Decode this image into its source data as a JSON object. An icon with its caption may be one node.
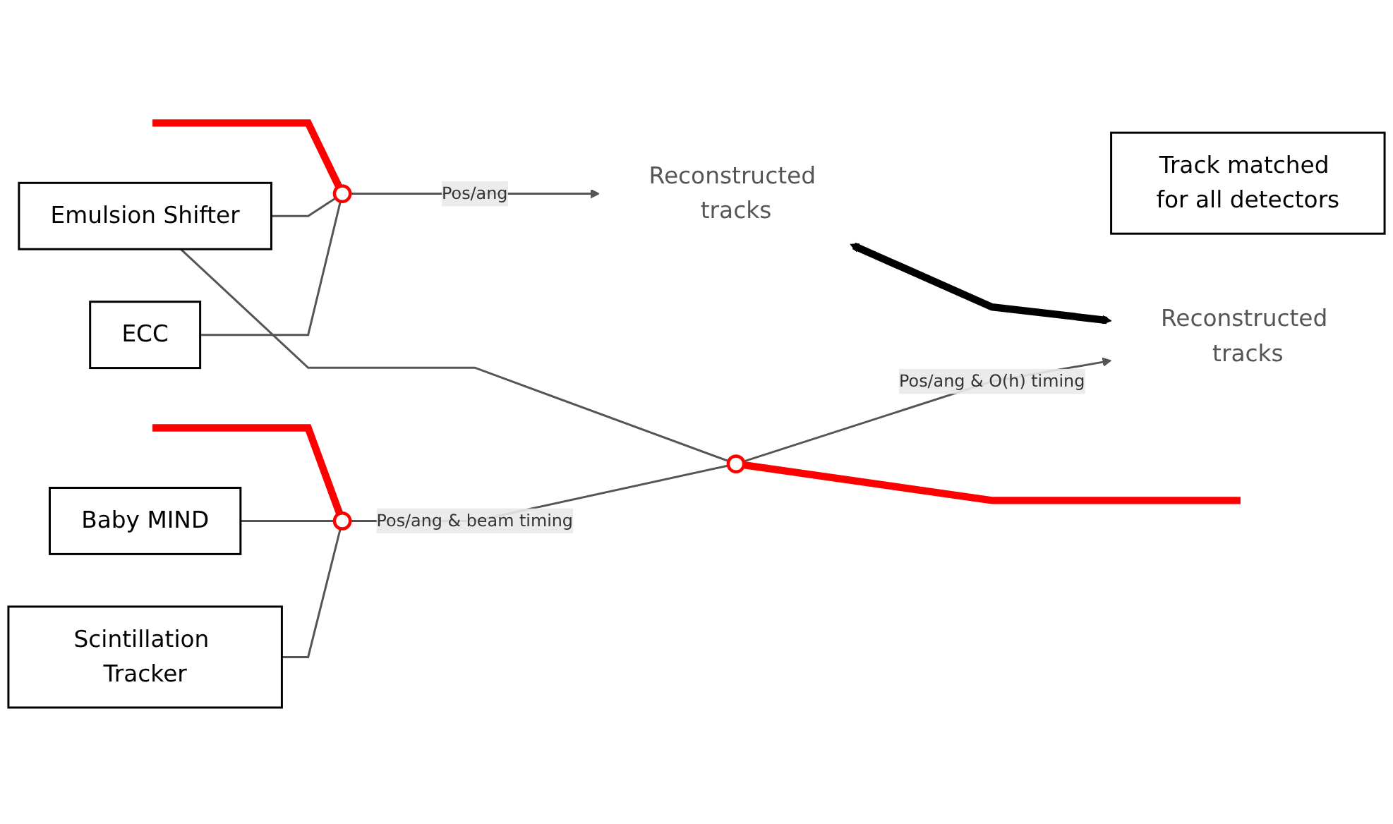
{
  "diagram": {
    "nodes": [
      {
        "text": [
          "ECC"
        ]
      },
      {
        "text": [],
        "shape": "circle"
      },
      {
        "text": [
          "Reconstructed tracks"
        ]
      },
      {
        "text": [
          "Emulsion Shifter"
        ]
      },
      {
        "text": [
          "Track matched for all detectors"
        ]
      },
      {
        "text": [],
        "shape": "circle"
      },
      {
        "text": [
          "Reconstructed tracks"
        ]
      },
      {
        "text": [
          "Scintillation Tracker"
        ]
      },
      {
        "text": [],
        "shape": "circle"
      },
      {
        "text": [
          "Baby MIND"
        ]
      }
    ],
    "edges": [
      {
        "from": 0,
        "to": 1,
        "arrow": "none"
      },
      {
        "from": 3,
        "to": 1,
        "arrow": "none"
      },
      {
        "from": 1,
        "to": 2,
        "arrow": "to",
        "label": "Pos/ang"
      },
      {
        "from": 7,
        "to": 8,
        "arrow": "none"
      },
      {
        "from": 9,
        "to": 8,
        "arrow": "none"
      },
      {
        "from": 8,
        "to": 5,
        "arrow": "none",
        "label": "Pos/ang & beam timing"
      },
      {
        "from": 3,
        "to": 5,
        "arrow": "none"
      },
      {
        "from": 5,
        "to": 6,
        "arrow": "to",
        "label": "Pos/ang & O(h) timing"
      },
      {
        "from": 2,
        "to": 6,
        "arrow": "both",
        "style": "thick",
        "color": "#000000"
      },
      {
        "from": null,
        "to": 1,
        "arrow": "none",
        "style": "thick",
        "color": "#ff0000"
      },
      {
        "from": null,
        "to": 8,
        "arrow": "none",
        "style": "thick",
        "color": "#ff0000"
      },
      {
        "from": 5,
        "to": null,
        "arrow": "none",
        "style": "thick",
        "color": "#ff0000"
      }
    ]
  }
}
